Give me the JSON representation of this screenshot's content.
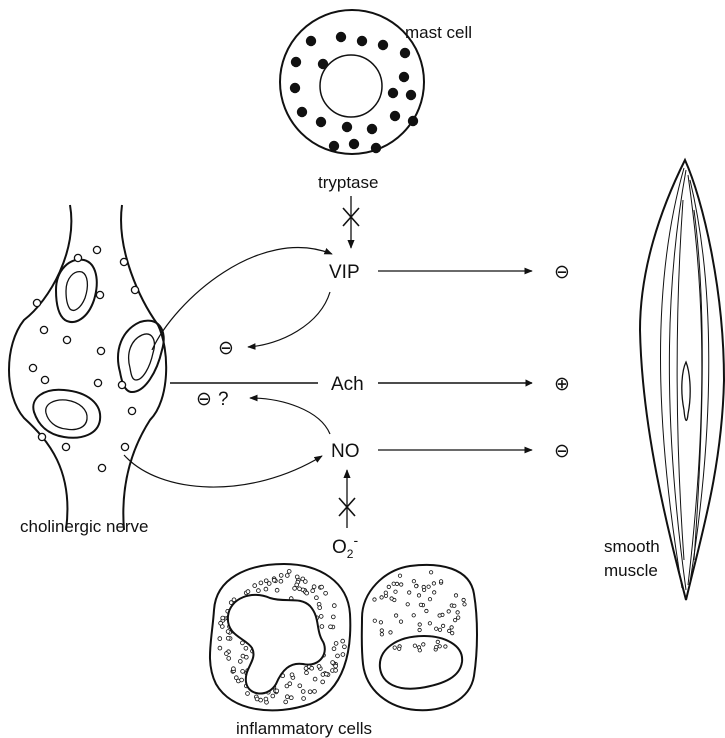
{
  "labels": {
    "mast_cell": "mast cell",
    "tryptase": "tryptase",
    "vip": "VIP",
    "ach": "Ach",
    "no": "NO",
    "o2_base": "O",
    "o2_sub": "2",
    "o2_sup": "-",
    "cholinergic_nerve": "cholinergic nerve",
    "smooth": "smooth",
    "muscle": "muscle",
    "inflammatory_cells": "inflammatory cells",
    "minus": "⊖",
    "plus": "⊕",
    "question": "?"
  },
  "colors": {
    "ink": "#111111",
    "background": "#ffffff"
  }
}
